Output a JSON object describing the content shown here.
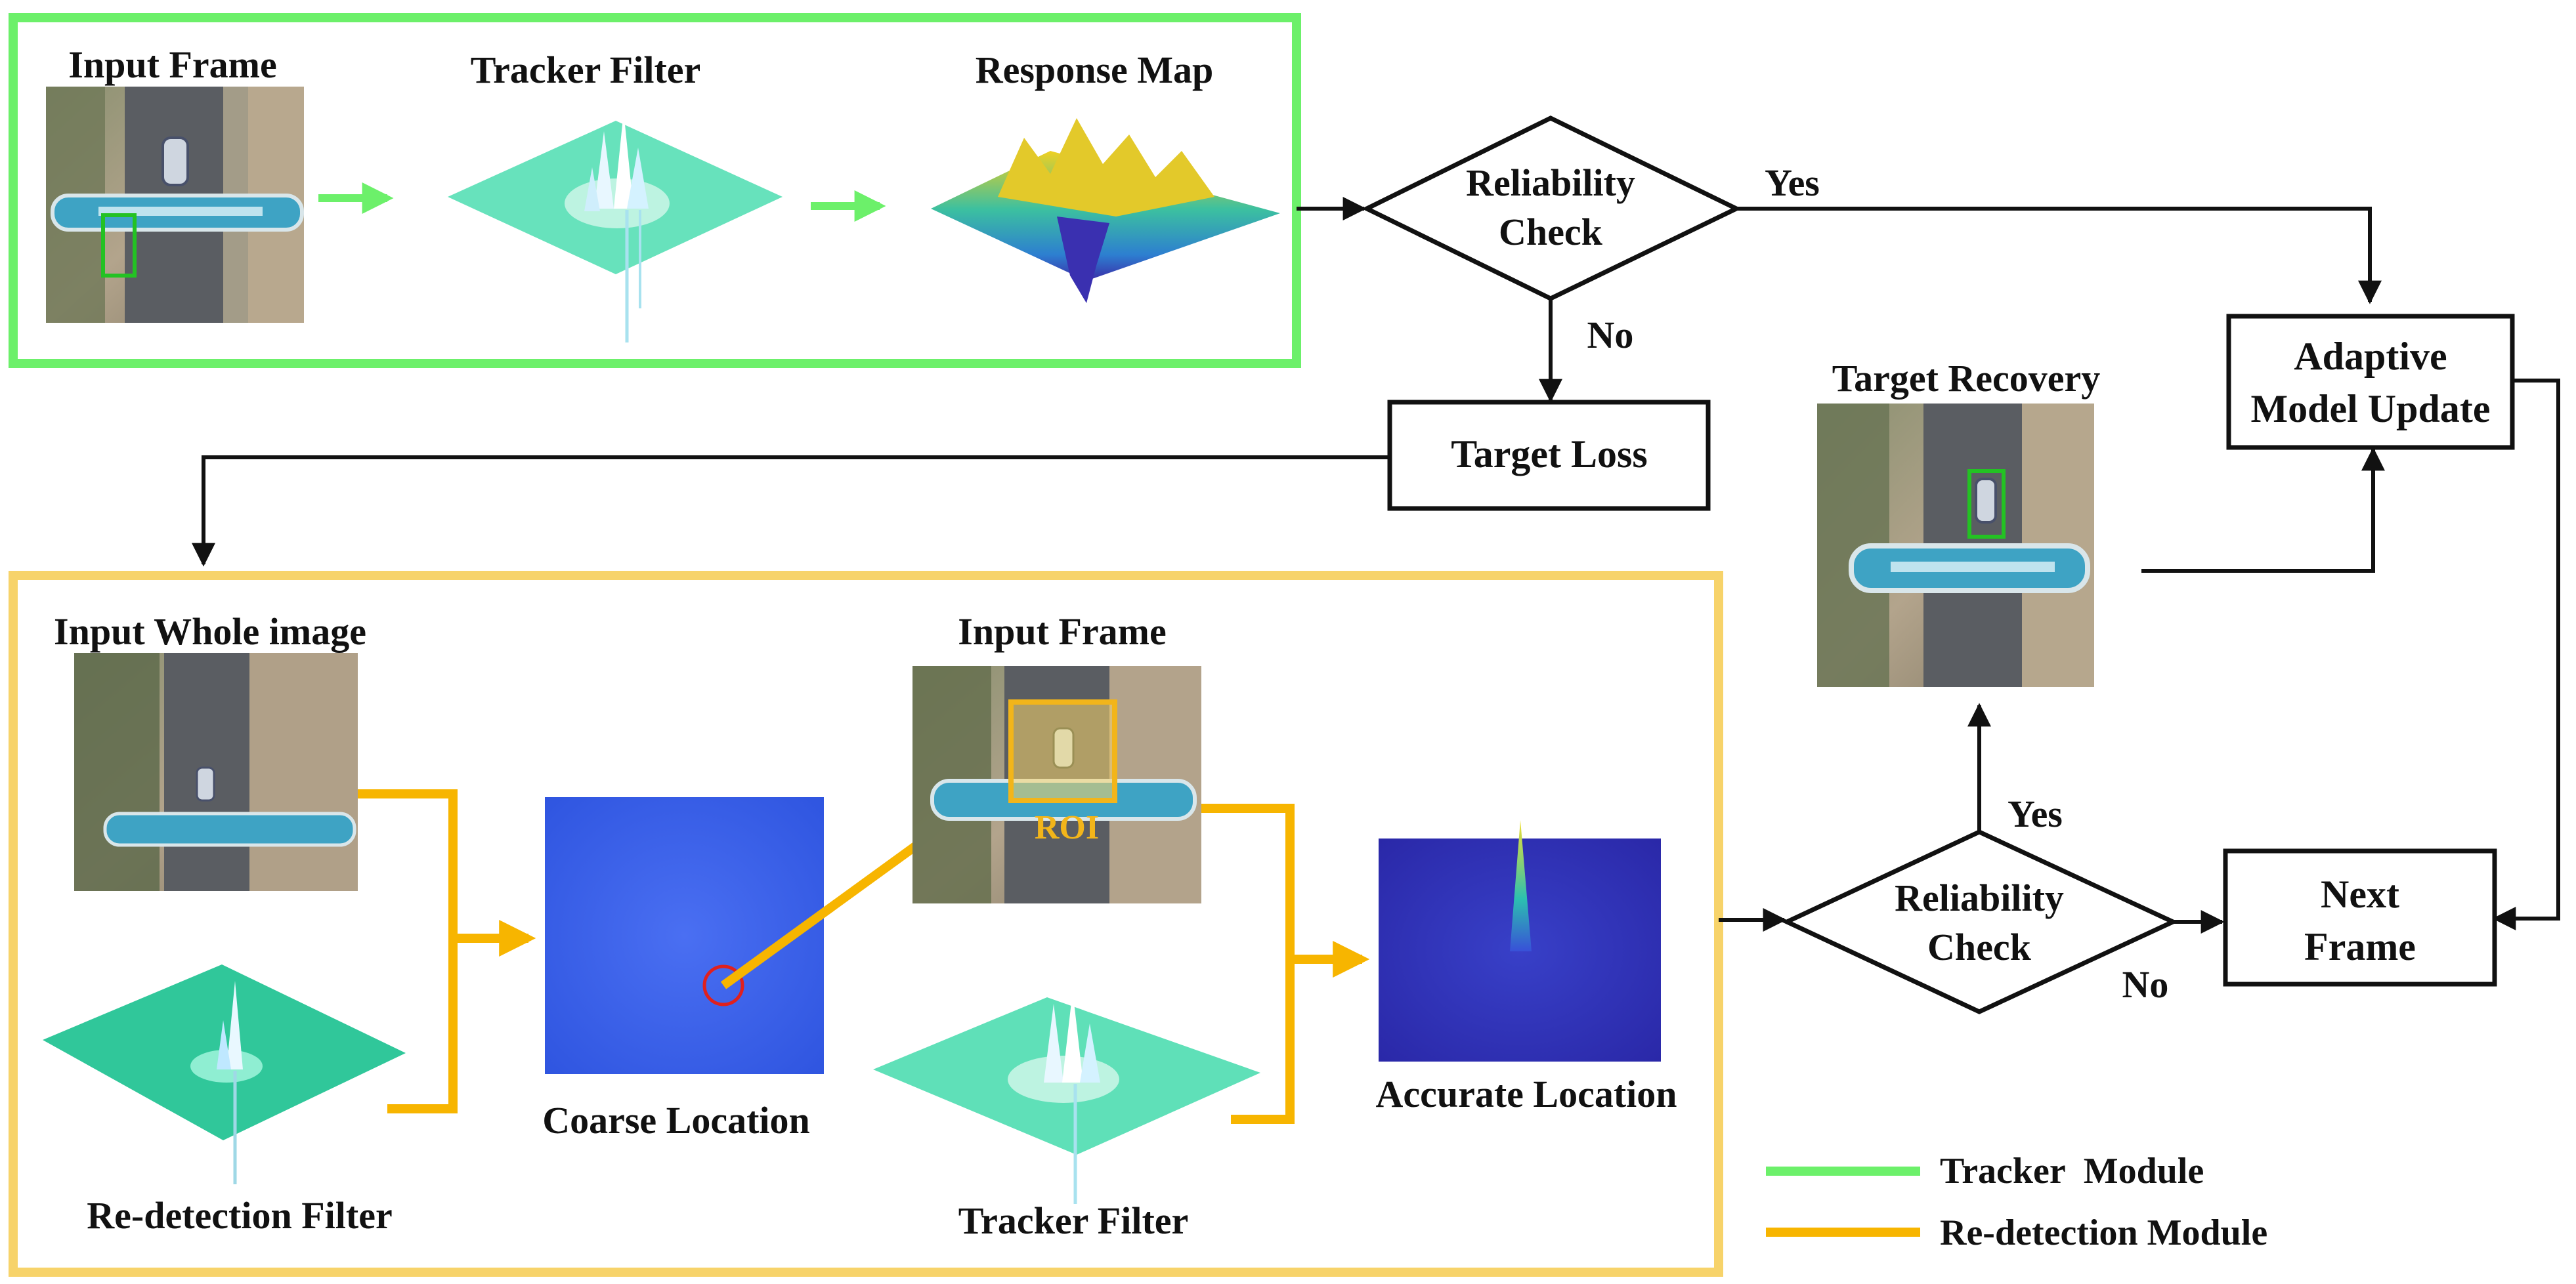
{
  "colors": {
    "tracker": "#6cf06a",
    "redetect": "#f7b500",
    "redetect_frame": "#f7d36a",
    "line": "#111111",
    "filter_surface": "#5fe0b8",
    "filter_surface_dark": "#30c79a",
    "blue_map": "#3a63ef",
    "blue_map_dark": "#2a2fb8",
    "circle": "#e0201e",
    "target_box": "#23c223"
  },
  "tracker_module": {
    "input_frame": "Input Frame",
    "tracker_filter": "Tracker Filter",
    "response_map": "Response Map"
  },
  "decision_top": {
    "line1": "Reliability",
    "line2": "Check",
    "yes": "Yes",
    "no": "No"
  },
  "target_loss": "Target Loss",
  "adaptive_update": {
    "line1": "Adaptive",
    "line2": "Model Update"
  },
  "target_recovery": "Target Recovery",
  "redetection_module": {
    "input_whole_image": "Input Whole image",
    "redetection_filter": "Re-detection Filter",
    "coarse_location": "Coarse Location",
    "input_frame": "Input Frame",
    "roi": "ROI",
    "tracker_filter": "Tracker Filter",
    "accurate_location": "Accurate Location"
  },
  "decision_bottom": {
    "line1": "Reliability",
    "line2": "Check",
    "yes": "Yes",
    "no": "No"
  },
  "next_frame": {
    "line1": "Next",
    "line2": "Frame"
  },
  "legend": [
    {
      "label": "Tracker  Module",
      "color": "#6cf06a"
    },
    {
      "label": "Re-detection Module",
      "color": "#f7b500"
    }
  ]
}
